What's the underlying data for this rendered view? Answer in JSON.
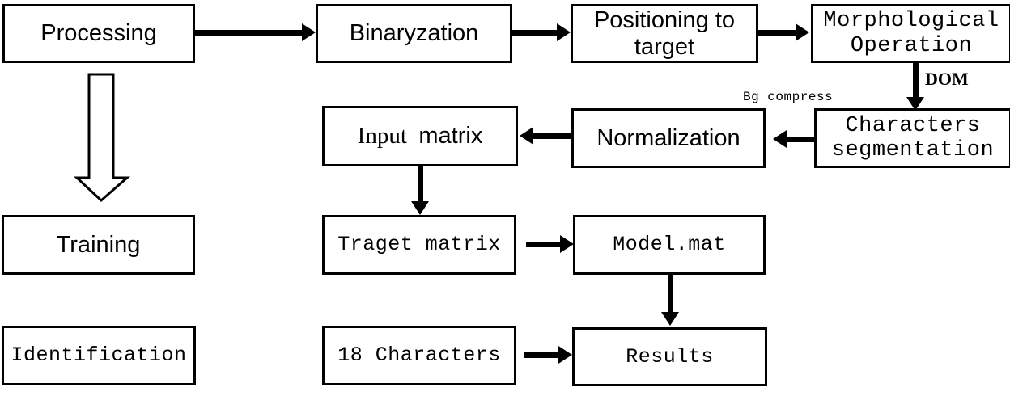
{
  "diagram": {
    "title": "Character recognition processing flowchart",
    "background": "#ffffff",
    "stroke": "#000000",
    "nodes": [
      {
        "id": "processing",
        "label": "Processing"
      },
      {
        "id": "binaryzation",
        "label": "Binaryzation"
      },
      {
        "id": "positioning",
        "label": "Positioning to target"
      },
      {
        "id": "morphological",
        "label": "Morphological Operation"
      },
      {
        "id": "characters_seg",
        "label": "Characters segmentation"
      },
      {
        "id": "normalization",
        "label": "Normalization"
      },
      {
        "id": "input_matrix_a",
        "label": "Input"
      },
      {
        "id": "input_matrix_b",
        "label": "matrix"
      },
      {
        "id": "training",
        "label": "Training"
      },
      {
        "id": "traget_matrix",
        "label": "Traget matrix"
      },
      {
        "id": "model_mat",
        "label": "Model.mat"
      },
      {
        "id": "identification",
        "label": "Identification"
      },
      {
        "id": "characters_18",
        "label": "18 Characters"
      },
      {
        "id": "results",
        "label": "Results"
      }
    ],
    "edge_labels": {
      "dom": "DOM",
      "bg_compress": "Bg compress"
    },
    "edges": [
      {
        "from": "processing",
        "to": "binaryzation",
        "style": "solid-arrow",
        "direction": "right"
      },
      {
        "from": "binaryzation",
        "to": "positioning",
        "style": "solid-arrow",
        "direction": "right"
      },
      {
        "from": "positioning",
        "to": "morphological",
        "style": "solid-arrow",
        "direction": "right"
      },
      {
        "from": "morphological",
        "to": "characters_seg",
        "style": "solid-arrow",
        "direction": "down",
        "label": "DOM"
      },
      {
        "from": "characters_seg",
        "to": "normalization",
        "style": "solid-arrow",
        "direction": "left",
        "label": "Bg compress"
      },
      {
        "from": "normalization",
        "to": "input_matrix",
        "style": "solid-arrow",
        "direction": "left"
      },
      {
        "from": "input_matrix",
        "to": "traget_matrix",
        "style": "solid-arrow",
        "direction": "down"
      },
      {
        "from": "traget_matrix",
        "to": "model_mat",
        "style": "solid-arrow",
        "direction": "right"
      },
      {
        "from": "model_mat",
        "to": "results",
        "style": "solid-arrow",
        "direction": "down"
      },
      {
        "from": "characters_18",
        "to": "results",
        "style": "solid-arrow",
        "direction": "right"
      },
      {
        "from": "processing",
        "to": "training",
        "style": "hollow-block-arrow",
        "direction": "down"
      }
    ]
  }
}
